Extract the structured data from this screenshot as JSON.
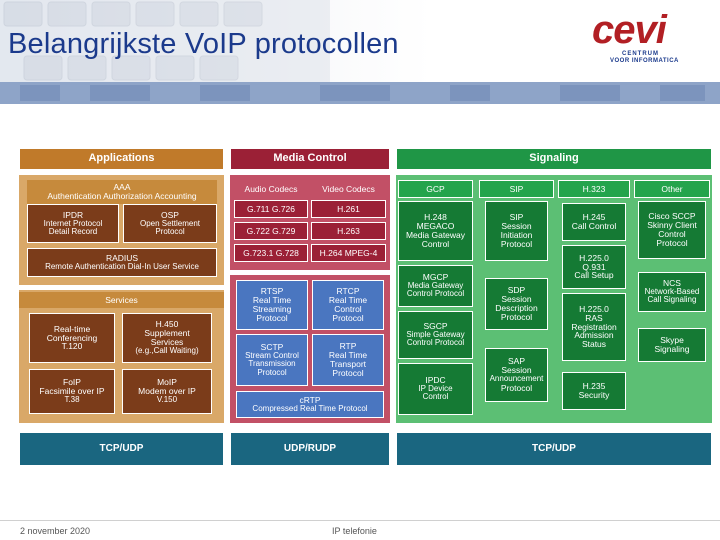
{
  "header": {
    "title": "Belangrijkste VoIP protocollen",
    "logo_word": "cevi",
    "logo_sub1": "CENTRUM",
    "logo_sub2": "VOOR INFORMATICA"
  },
  "footer": {
    "date": "2 november 2020",
    "topic": "IP telefonie"
  },
  "diagram": {
    "applications": {
      "title": "Applications",
      "aaa": [
        "AAA",
        "Authentication Authorization Accounting"
      ],
      "ipdr": [
        "IPDR",
        "Internet Protocol",
        "Detail Record"
      ],
      "osp": [
        "OSP",
        "Open Settlement",
        "Protocol"
      ],
      "radius": [
        "RADIUS",
        "Remote Authentication Dial-In User Service"
      ]
    },
    "services": {
      "title": "Services",
      "realtime": [
        "Real-time",
        "Conferencing",
        "T.120"
      ],
      "h450": [
        "H.450",
        "Supplement",
        "Services",
        "(e.g.,Call Waiting)"
      ],
      "foip": [
        "FoIP",
        "Facsimile over IP",
        "T.38"
      ],
      "moip": [
        "MoIP",
        "Modem over IP",
        "V.150"
      ]
    },
    "media": {
      "title": "Media Control",
      "audio": "Audio Codecs",
      "video": "Video Codecs",
      "g711": "G.711 G.726",
      "g722": "G.722 G.729",
      "g7231": "G.723.1 G.728",
      "h261": "H.261",
      "h263": "H.263",
      "h264": "H.264 MPEG-4",
      "rtsp": [
        "RTSP",
        "Real Time",
        "Streaming",
        "Protocol"
      ],
      "rtcp": [
        "RTCP",
        "Real Time",
        "Control",
        "Protocol"
      ],
      "sctp": [
        "SCTP",
        "Stream Control",
        "Transmission",
        "Protocol"
      ],
      "rtp": [
        "RTP",
        "Real Time",
        "Transport",
        "Protocol"
      ],
      "crtp": [
        "cRTP",
        "Compressed Real Time Protocol"
      ]
    },
    "signaling": {
      "title": "Signaling",
      "gcp": "GCP",
      "sip": "SIP",
      "h323": "H.323",
      "other": "Other",
      "h248": [
        "H.248",
        "MEGACO",
        "Media Gateway",
        "Control"
      ],
      "mgcp": [
        "MGCP",
        "Media Gateway",
        "Control Protocol"
      ],
      "sgcp": [
        "SGCP",
        "Simple Gateway",
        "Control Protocol"
      ],
      "ipdc": [
        "IPDC",
        "IP Device",
        "Control"
      ],
      "sip_box": [
        "SIP",
        "Session",
        "Initiation",
        "Protocol"
      ],
      "sdp": [
        "SDP",
        "Session",
        "Description",
        "Protocol"
      ],
      "sap": [
        "SAP",
        "Session",
        "Announcement",
        "Protocol"
      ],
      "h245": [
        "H.245",
        "Call Control"
      ],
      "h2250a": [
        "H.225.0",
        "Q.931",
        "Call Setup"
      ],
      "h2250b": [
        "H.225.0",
        "RAS",
        "Registration",
        "Admission",
        "Status"
      ],
      "h235": [
        "H.235",
        "Security"
      ],
      "sccp": [
        "Cisco SCCP",
        "Skinny Client",
        "Control",
        "Protocol"
      ],
      "ncs": [
        "NCS",
        "Network-Based",
        "Call Signaling"
      ],
      "skype": [
        "Skype",
        "Signaling"
      ]
    },
    "transport": {
      "left": "TCP/UDP",
      "mid": "UDP/RUDP",
      "right": "TCP/UDP"
    }
  },
  "colors": {
    "title": "#1b3a8c",
    "applications": "#c07a2a",
    "media_control": "#9b2036",
    "signaling": "#1f9646",
    "transport": "#1a6680"
  }
}
